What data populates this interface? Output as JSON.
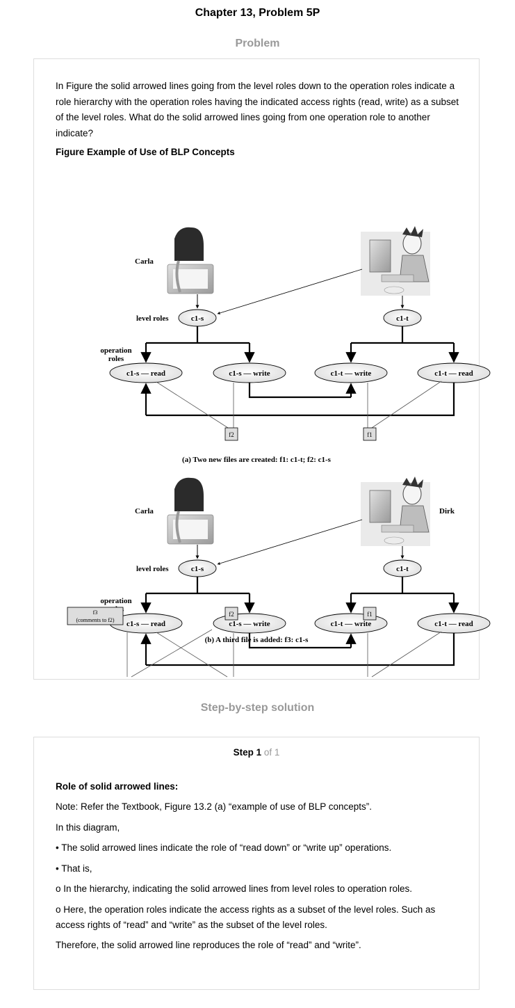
{
  "header": {
    "chapter_title": "Chapter 13, Problem 5P"
  },
  "problem": {
    "heading": "Problem",
    "text": "In Figure the solid arrowed lines going from the level roles down to the operation roles indicate a role hierarchy with the operation roles having the indicated access rights (read, write) as a subset of the level roles. What do the solid arrowed lines going from one operation role to another indicate?",
    "figure_caption": "Figure Example of Use of BLP Concepts",
    "figure": {
      "carla": "Carla",
      "dirk": "Dirk",
      "level_roles": "level roles",
      "operation_roles_line1": "operation",
      "operation_roles_line2": "roles",
      "c1s": "c1-s",
      "c1t": "c1-t",
      "c1s_read": "c1-s — read",
      "c1s_write": "c1-s — write",
      "c1t_write": "c1-t — write",
      "c1t_read": "c1-t — read",
      "f1": "f1",
      "f2": "f2",
      "f3": "f3",
      "f3_note": "(comments to f2)",
      "caption_a": "(a) Two new files are created: f1: c1-t; f2: c1-s",
      "caption_b": "(b) A third file is added: f3: c1-s"
    }
  },
  "solution": {
    "heading": "Step-by-step solution",
    "step_label": "Step 1",
    "step_of": "of 1",
    "title": "Role of solid arrowed lines:",
    "lines": [
      "Note: Refer the Textbook, Figure 13.2 (a) “example of use of BLP concepts”.",
      "In this diagram,",
      "• The solid arrowed lines indicate the role of “read down” or “write up” operations.",
      "• That is,",
      "o In the hierarchy, indicating the solid arrowed lines from level roles to operation roles.",
      "o Here, the operation roles indicate the access rights as a subset of the level roles. Such as access rights of “read” and “write” as the subset of the level roles.",
      "Therefore, the solid arrowed line reproduces the role of “read” and “write”."
    ]
  }
}
